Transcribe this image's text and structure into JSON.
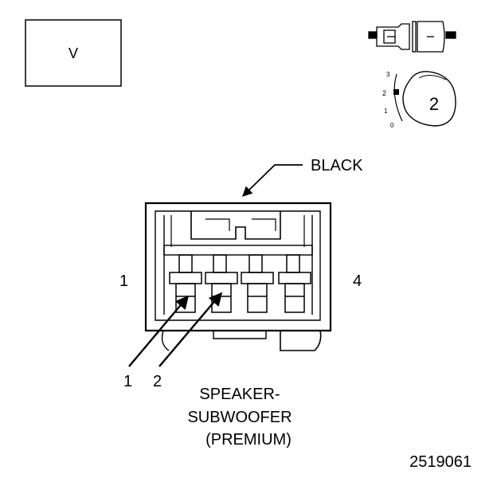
{
  "view_box_label": "V",
  "color_label": "BLACK",
  "end_labels": {
    "left": "1",
    "right": "4"
  },
  "wire_labels": [
    "1",
    "2"
  ],
  "position_icon": {
    "numbers": [
      "3",
      "2",
      "1",
      "0"
    ],
    "badge": "2"
  },
  "component_name": {
    "line1": "SPEAKER-",
    "line2": "SUBWOOFER",
    "line3": "(PREMIUM)"
  },
  "figure_number": "2519061"
}
